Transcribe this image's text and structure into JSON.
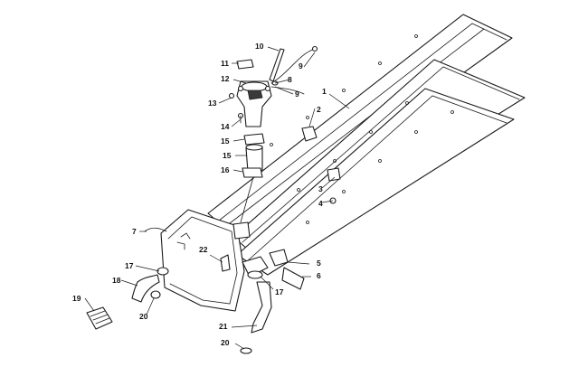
{
  "callouts": [
    {
      "id": "c1",
      "label": "1"
    },
    {
      "id": "c2",
      "label": "2"
    },
    {
      "id": "c3",
      "label": "3"
    },
    {
      "id": "c4",
      "label": "4"
    },
    {
      "id": "c5",
      "label": "5"
    },
    {
      "id": "c6",
      "label": "6"
    },
    {
      "id": "c7",
      "label": "7"
    },
    {
      "id": "c8",
      "label": "8"
    },
    {
      "id": "c9a",
      "label": "9"
    },
    {
      "id": "c9b",
      "label": "9"
    },
    {
      "id": "c10",
      "label": "10"
    },
    {
      "id": "c11",
      "label": "11"
    },
    {
      "id": "c12",
      "label": "12"
    },
    {
      "id": "c13",
      "label": "13"
    },
    {
      "id": "c14",
      "label": "14"
    },
    {
      "id": "c15a",
      "label": "15"
    },
    {
      "id": "c15b",
      "label": "15"
    },
    {
      "id": "c16",
      "label": "16"
    },
    {
      "id": "c17a",
      "label": "17"
    },
    {
      "id": "c17b",
      "label": "17"
    },
    {
      "id": "c18",
      "label": "18"
    },
    {
      "id": "c19",
      "label": "19"
    },
    {
      "id": "c20a",
      "label": "20"
    },
    {
      "id": "c20b",
      "label": "20"
    },
    {
      "id": "c21",
      "label": "21"
    },
    {
      "id": "c22",
      "label": "22"
    }
  ]
}
